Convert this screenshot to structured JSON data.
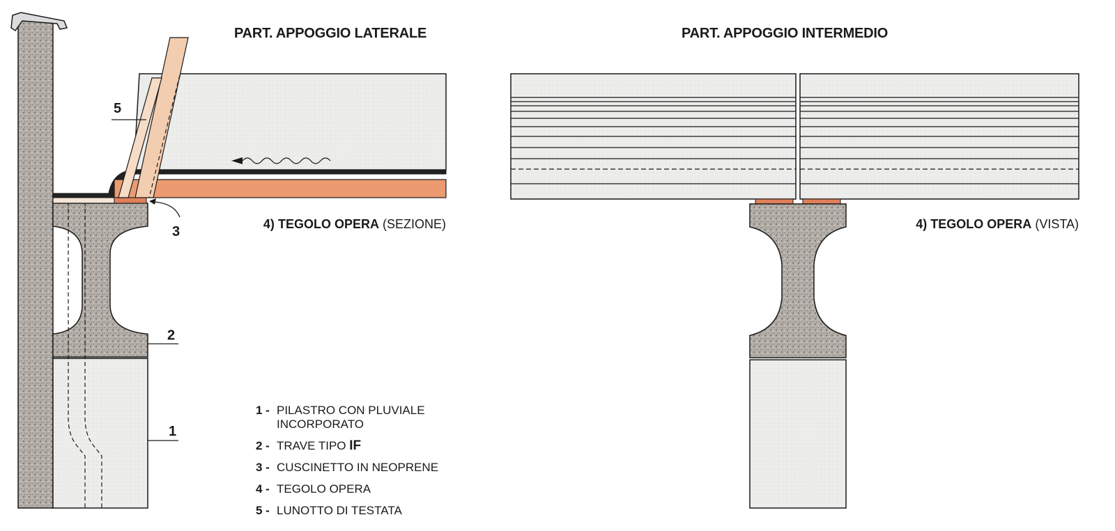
{
  "left_panel": {
    "title": "PART. APPOGGIO LATERALE",
    "caption_code": "4)",
    "caption_name": "TEGOLO OPERA",
    "caption_view": "(SEZIONE)",
    "callouts": [
      "5",
      "3",
      "2",
      "1"
    ]
  },
  "right_panel": {
    "title": "PART. APPOGGIO INTERMEDIO",
    "caption_code": "4)",
    "caption_name": "TEGOLO OPERA",
    "caption_view": "(VISTA)"
  },
  "legend": [
    {
      "num": "1 -",
      "text": "PILASTRO CON PLUVIALE",
      "text2": "INCORPORATO"
    },
    {
      "num": "2 -",
      "text": "TRAVE TIPO",
      "strong": "IF"
    },
    {
      "num": "3 -",
      "text": "CUSCINETTO IN NEOPRENE"
    },
    {
      "num": "4 -",
      "text": "TEGOLO OPERA"
    },
    {
      "num": "5 -",
      "text": "LUNOTTO DI TESTATA"
    }
  ],
  "colors": {
    "concrete": "#a8a29c",
    "precast_light": "#e3e3e1",
    "neoprene": "#e0805a",
    "lunotto": "#f3cdb0",
    "lines": "#1a1a1a"
  }
}
